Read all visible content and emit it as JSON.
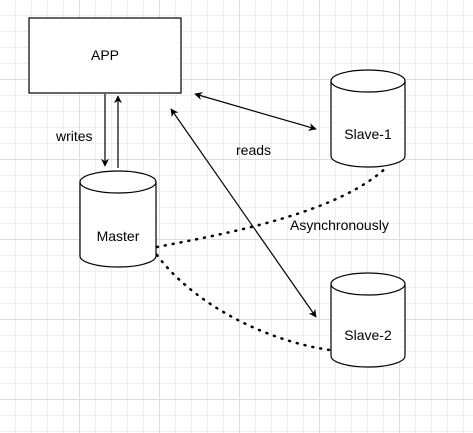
{
  "nodes": {
    "app": {
      "label": "APP"
    },
    "master": {
      "label": "Master"
    },
    "slave1": {
      "label": "Slave-1"
    },
    "slave2": {
      "label": "Slave-2"
    }
  },
  "edges": {
    "writes": {
      "label": "writes"
    },
    "reads": {
      "label": "reads"
    },
    "replication": {
      "label": "Asynchronously"
    }
  },
  "colors": {
    "stroke": "#000000",
    "fill": "#ffffff",
    "text": "#000000"
  }
}
